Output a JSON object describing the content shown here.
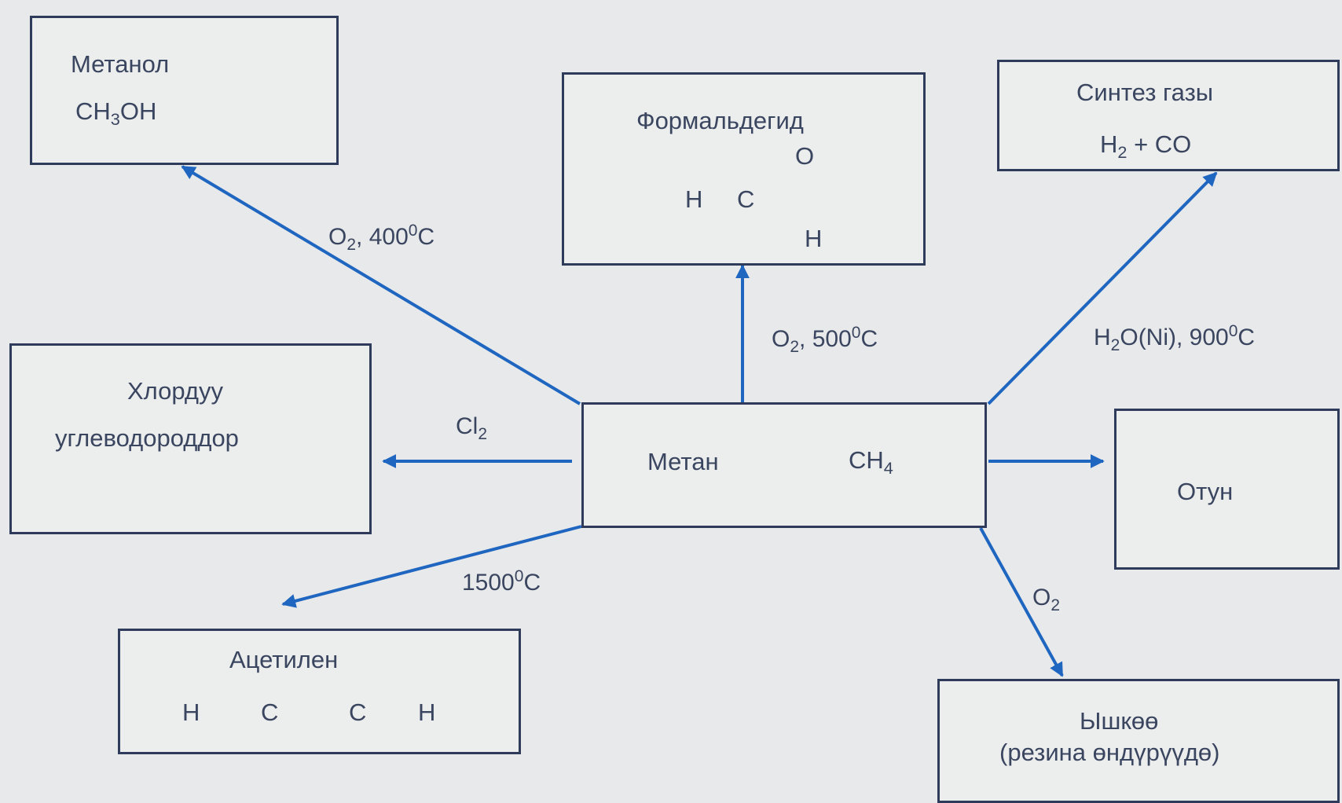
{
  "nodes": {
    "methane": {
      "name": "Метан",
      "formula": "CH",
      "formula_sub": "4"
    },
    "methanol": {
      "name": "Метанол",
      "formula_pre": "CH",
      "formula_sub": "3",
      "formula_post": "OH"
    },
    "formaldehyde": {
      "name": "Формальдегид",
      "atom_h1": "H",
      "atom_c": "C",
      "atom_o": "O",
      "atom_h2": "H"
    },
    "syngas": {
      "name": "Синтез газы",
      "formula_pre": "H",
      "formula_sub": "2",
      "formula_post": " + CO"
    },
    "chlorinated": {
      "line1": "Хлордуу",
      "line2": "углеводороддор"
    },
    "fuel": {
      "name": "Отун"
    },
    "acetylene": {
      "name": "Ацетилен",
      "atom_h1": "H",
      "atom_c1": "C",
      "atom_c2": "C",
      "atom_h2": "H"
    },
    "soot": {
      "line1": "Ышкөө",
      "line2": "(резина өндүрүүдө)"
    }
  },
  "edges": {
    "to_methanol": {
      "pre": "O",
      "sub": "2",
      "mid": ", 400",
      "sup": "0",
      "post": "C"
    },
    "to_formaldehyde": {
      "pre": "O",
      "sub": "2",
      "mid": ", 500",
      "sup": "0",
      "post": "C"
    },
    "to_syngas": {
      "pre": "H",
      "sub": "2",
      "mid": "O(Ni), 900",
      "sup": "0",
      "post": "C"
    },
    "to_chlorinated": {
      "pre": "Cl",
      "sub": "2"
    },
    "to_acetylene": {
      "mid": "1500",
      "sup": "0",
      "post": "C"
    },
    "to_soot": {
      "pre": "O",
      "sub": "2"
    }
  },
  "colors": {
    "arrow": "#1f66c0",
    "line": "#2f3b5a",
    "text": "#3a4560"
  }
}
